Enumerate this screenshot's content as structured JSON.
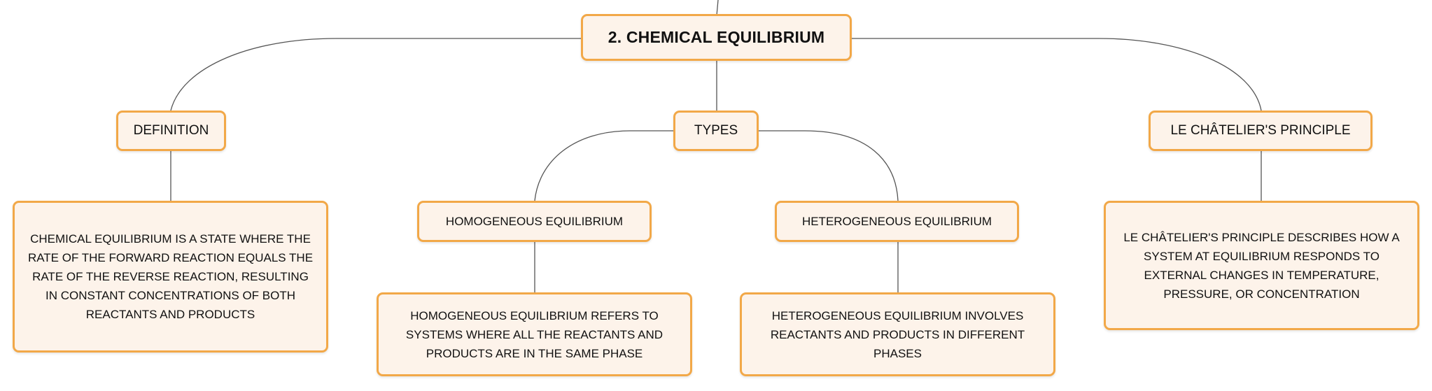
{
  "diagram": {
    "root": "2. CHEMICAL EQUILIBRIUM",
    "definition": {
      "label": "DEFINITION",
      "text": "CHEMICAL EQUILIBRIUM IS A STATE WHERE THE RATE OF THE FORWARD REACTION EQUALS THE RATE OF THE REVERSE REACTION, RESULTING IN CONSTANT CONCENTRATIONS OF BOTH REACTANTS AND PRODUCTS"
    },
    "types": {
      "label": "TYPES",
      "homogeneous": {
        "label": "HOMOGENEOUS EQUILIBRIUM",
        "text": "HOMOGENEOUS EQUILIBRIUM REFERS TO SYSTEMS WHERE ALL THE REACTANTS AND PRODUCTS ARE IN THE SAME PHASE"
      },
      "heterogeneous": {
        "label": "HETEROGENEOUS EQUILIBRIUM",
        "text": "HETEROGENEOUS EQUILIBRIUM INVOLVES REACTANTS AND PRODUCTS IN DIFFERENT PHASES"
      }
    },
    "le_chatelier": {
      "label": "LE CHÂTELIER'S PRINCIPLE",
      "text": "LE CHÂTELIER'S PRINCIPLE DESCRIBES HOW A SYSTEM AT EQUILIBRIUM RESPONDS TO EXTERNAL CHANGES IN TEMPERATURE, PRESSURE, OR CONCENTRATION"
    }
  },
  "colors": {
    "node_fill": "#fdf3ea",
    "node_border": "#f2a848",
    "connector": "#555555",
    "text": "#111111"
  }
}
